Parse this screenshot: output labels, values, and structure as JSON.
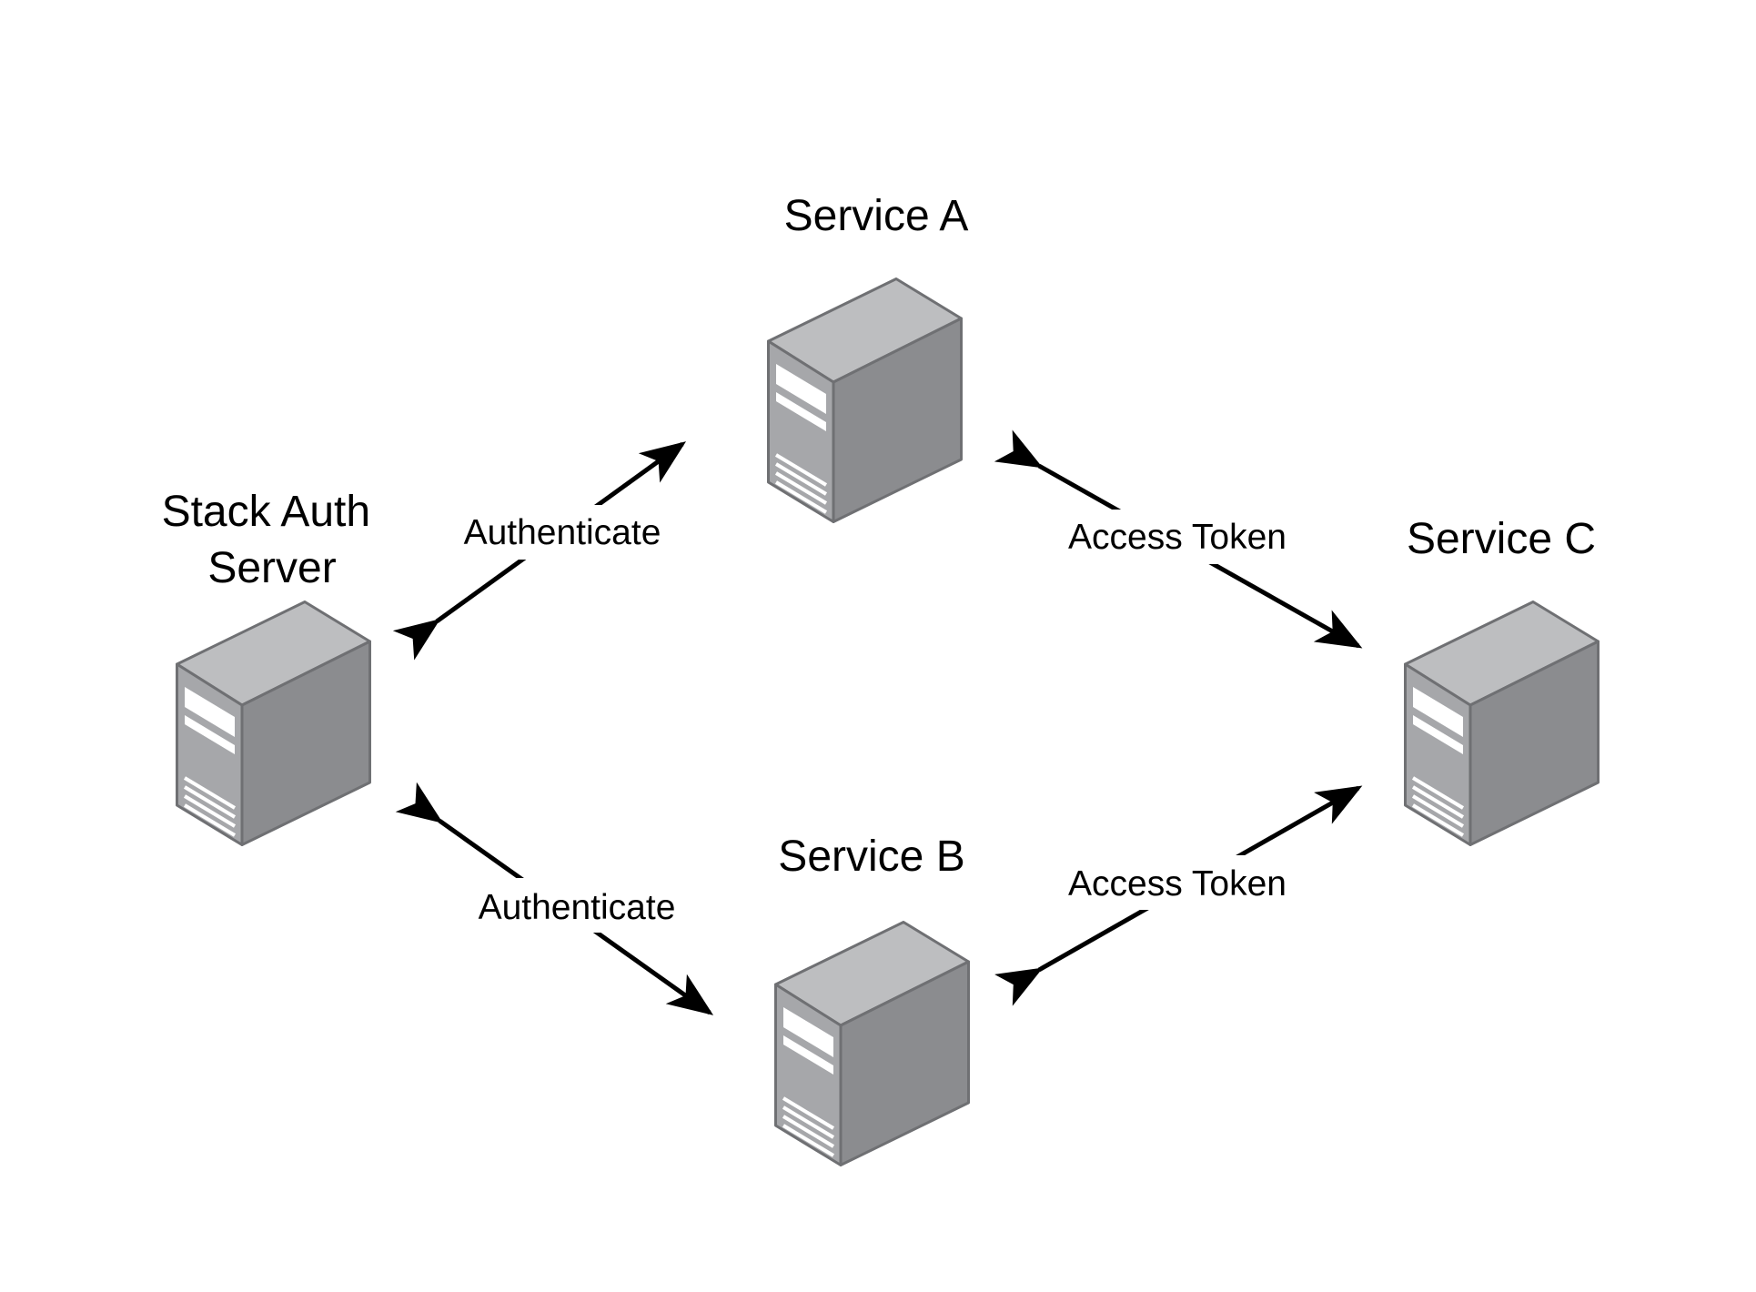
{
  "nodes": [
    {
      "id": "auth-server",
      "label_lines": [
        "Stack Auth",
        "Server"
      ]
    },
    {
      "id": "service-a",
      "label_lines": [
        "Service A"
      ]
    },
    {
      "id": "service-b",
      "label_lines": [
        "Service B"
      ]
    },
    {
      "id": "service-c",
      "label_lines": [
        "Service C"
      ]
    }
  ],
  "edges": [
    {
      "from": "auth-server",
      "to": "service-a",
      "label": "Authenticate",
      "direction": "bidirectional"
    },
    {
      "from": "auth-server",
      "to": "service-b",
      "label": "Authenticate",
      "direction": "bidirectional"
    },
    {
      "from": "service-a",
      "to": "service-c",
      "label": "Access Token",
      "direction": "bidirectional"
    },
    {
      "from": "service-b",
      "to": "service-c",
      "label": "Access Token",
      "direction": "bidirectional"
    }
  ],
  "icons": {
    "node": "server-tower-icon"
  },
  "colors": {
    "background": "#ffffff",
    "server_top": "#bdbec0",
    "server_front": "#a6a7aa",
    "server_side": "#8b8c8f",
    "arrow": "#000000"
  }
}
